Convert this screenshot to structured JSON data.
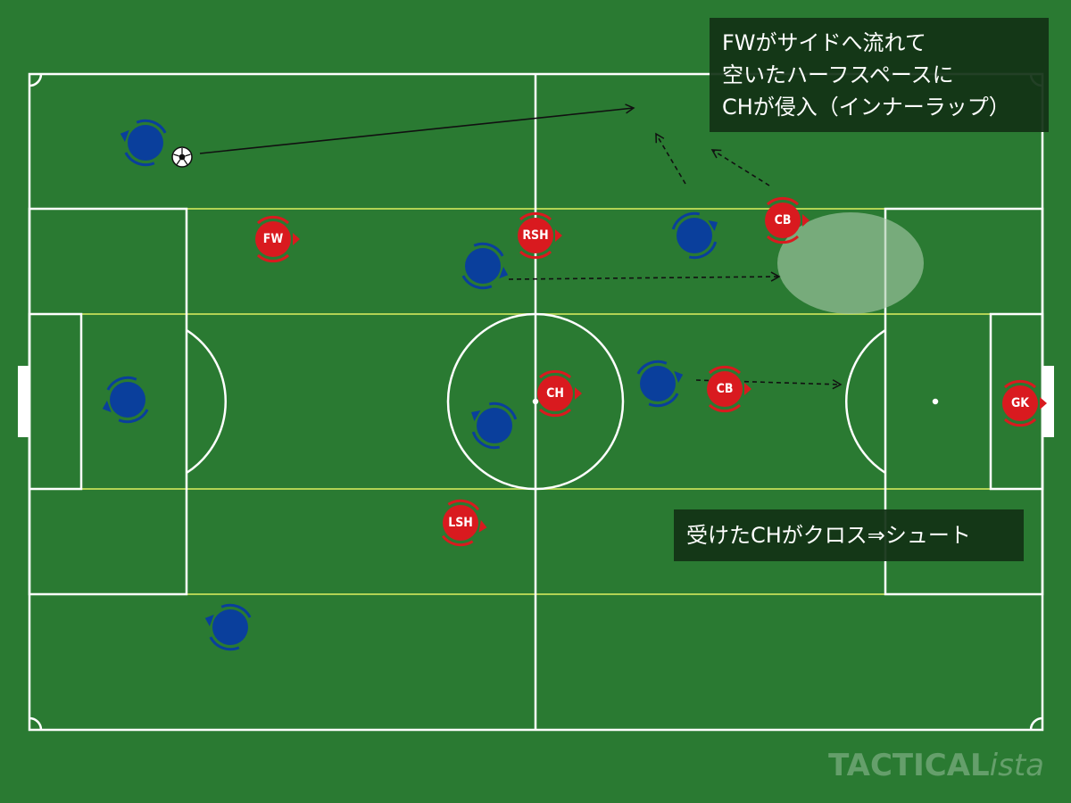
{
  "notes": {
    "top": "FWがサイドへ流れて\n空いたハーフスペースに\nCHが侵入（インナーラップ）",
    "bottom": "受けたCHがクロス⇒シュート"
  },
  "watermark": {
    "main": "TACTICAL",
    "sub": "ista"
  },
  "colors": {
    "pitch": "#2a7a32",
    "lines": "#ffffff",
    "lane_lines": "#c9e25a",
    "team_red": "#d91a1f",
    "team_blue": "#0a3f9c",
    "highlight_zone": "#a6c9a8"
  },
  "red_players": [
    {
      "role": "FW"
    },
    {
      "role": "RSH"
    },
    {
      "role": "CB"
    },
    {
      "role": "CH"
    },
    {
      "role": "CB"
    },
    {
      "role": "LSH"
    },
    {
      "role": "GK"
    }
  ],
  "blue_players": [
    {
      "id": "blue-1"
    },
    {
      "id": "blue-2"
    },
    {
      "id": "blue-3"
    },
    {
      "id": "blue-4"
    },
    {
      "id": "blue-5"
    },
    {
      "id": "blue-6"
    },
    {
      "id": "blue-7"
    },
    {
      "id": "blue-8"
    }
  ],
  "ball": {
    "icon": "soccer-ball-icon"
  }
}
